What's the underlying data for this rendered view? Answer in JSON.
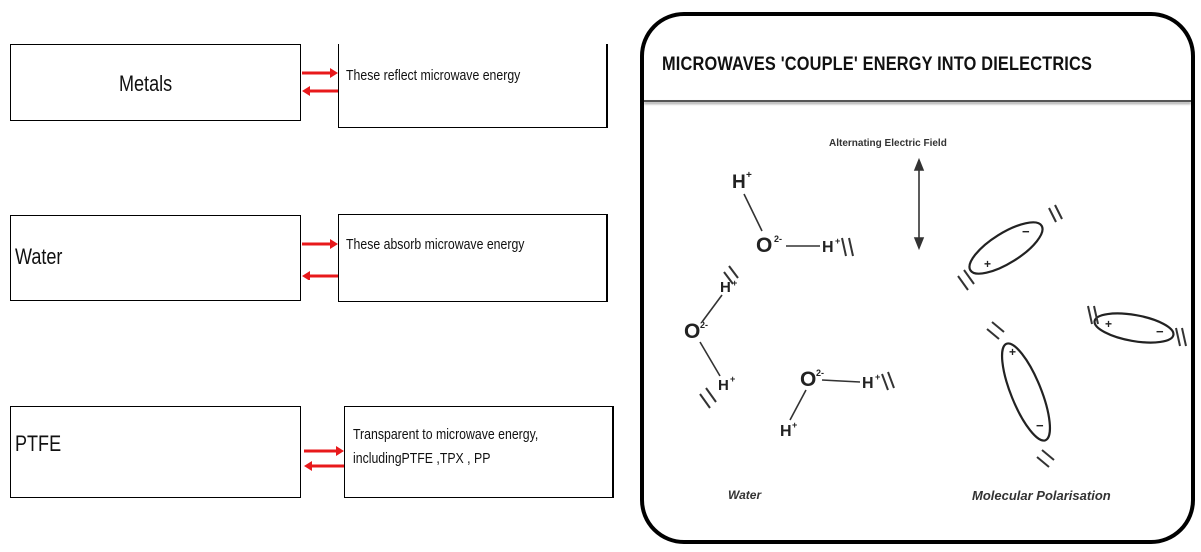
{
  "left_panel": {
    "rows": [
      {
        "material": "Metals",
        "description_lines": [
          "These reflect microwave energy"
        ]
      },
      {
        "material": "Water",
        "description_lines": [
          "These absorb microwave energy"
        ]
      },
      {
        "material": "PTFE",
        "description_lines": [
          "Transparent to microwave energy,",
          "includingPTFE ,TPX , PP"
        ]
      }
    ],
    "arrow_color": "#e8191b"
  },
  "right_panel": {
    "title": "MICROWAVES 'COUPLE' ENERGY INTO DIELECTRICS",
    "field_label": "Alternating Electric Field",
    "water_caption": "Water",
    "polarisation_caption": "Molecular Polarisation",
    "atoms": {
      "hydrogen": "H",
      "hydrogen_charge": "+",
      "oxygen": "O",
      "oxygen_charge": "2-",
      "positive_sign": "+",
      "negative_sign": "−"
    }
  }
}
